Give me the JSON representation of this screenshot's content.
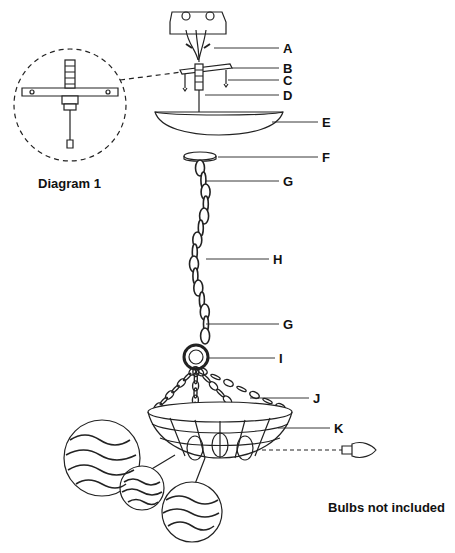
{
  "diagram": {
    "labels": [
      "A",
      "B",
      "C",
      "D",
      "E",
      "F",
      "G",
      "H",
      "G",
      "I",
      "J",
      "K",
      "Diagram 1",
      "Bulbs not included"
    ]
  }
}
